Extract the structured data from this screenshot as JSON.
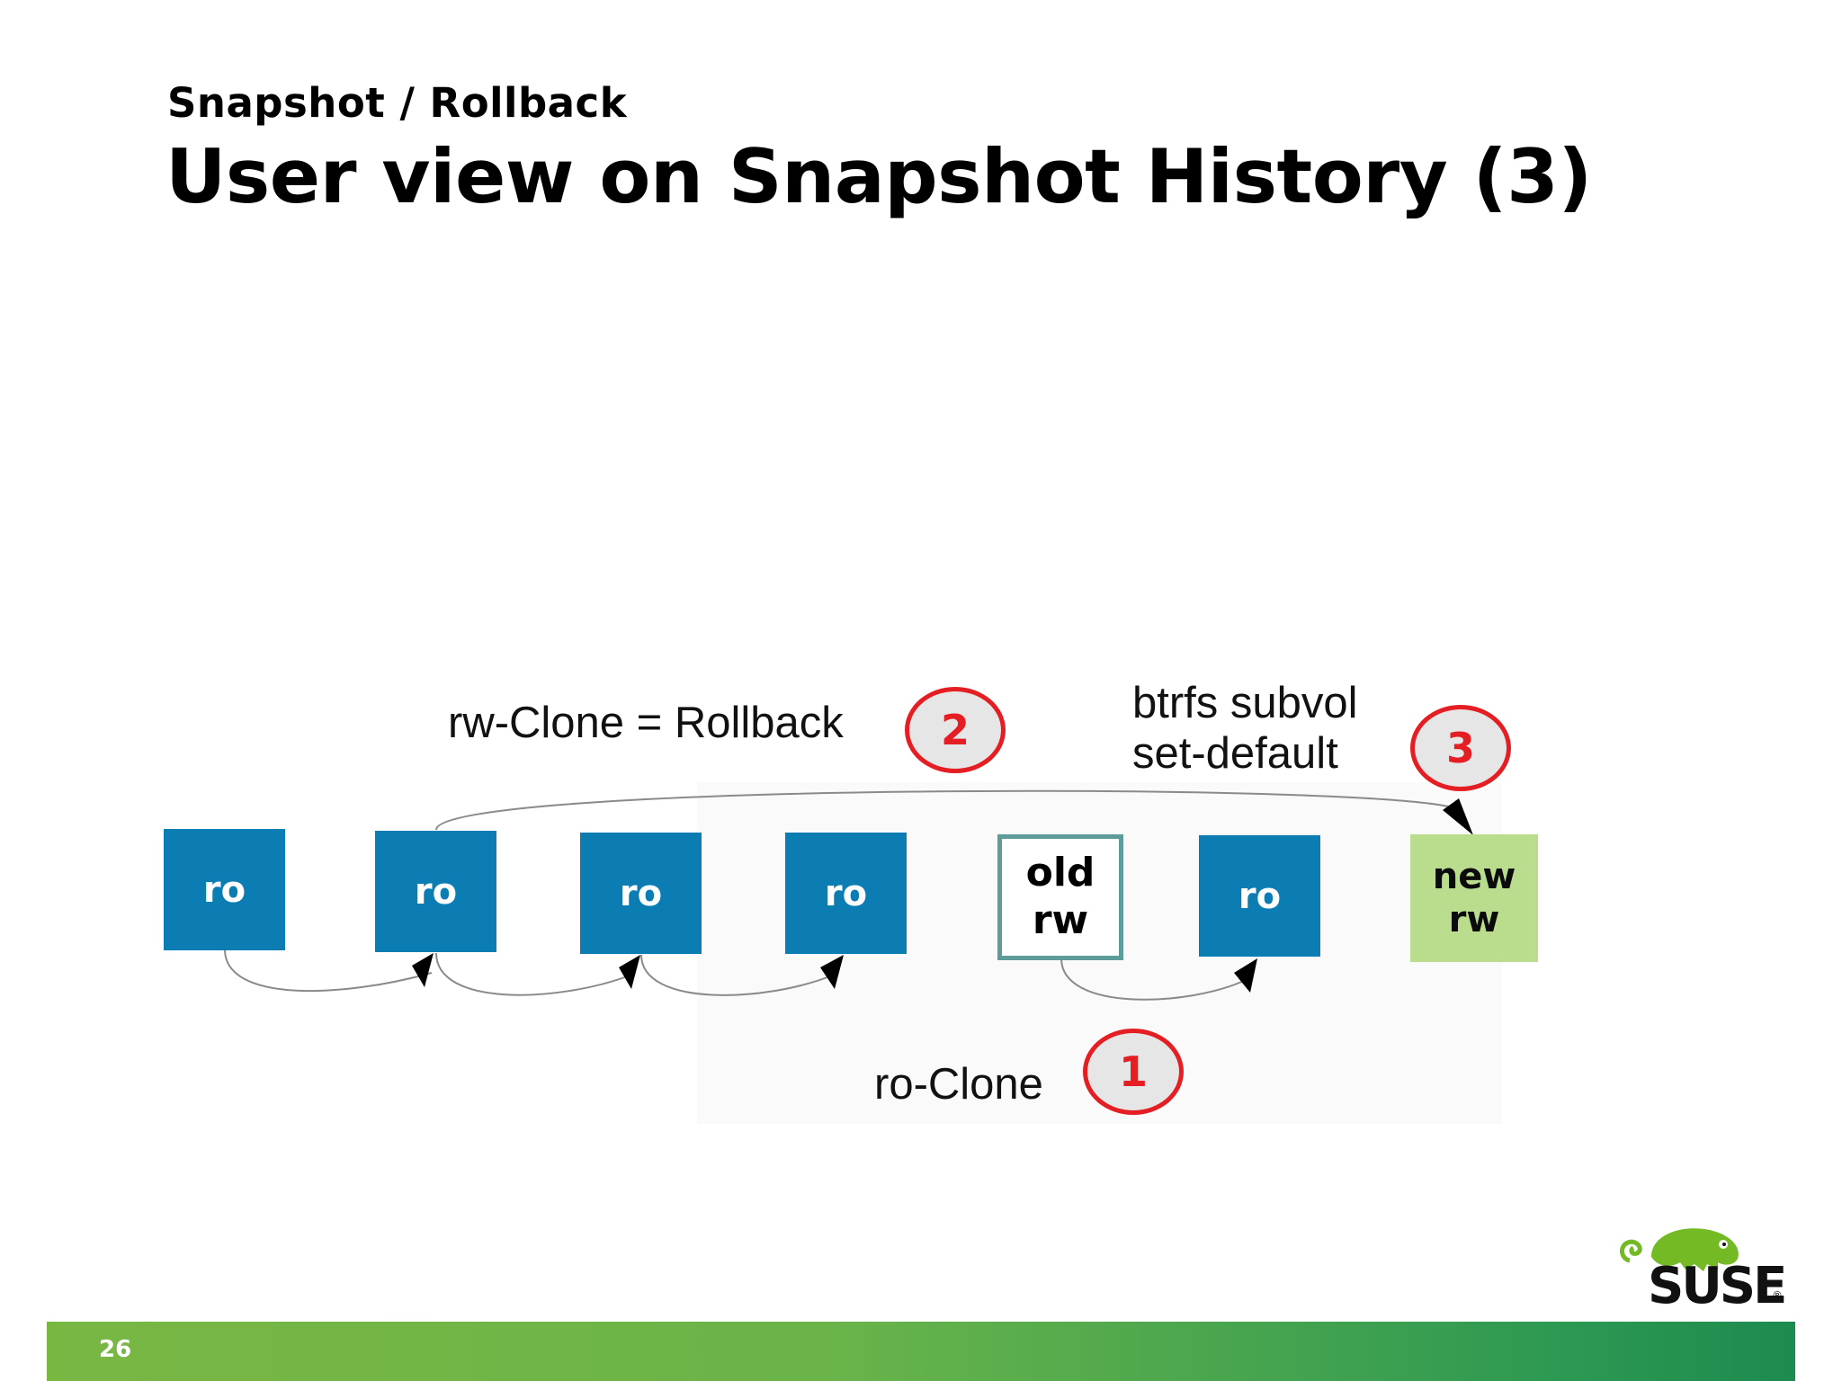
{
  "slide": {
    "subtitle": "Snapshot / Rollback",
    "title": "User view on Snapshot History (3)",
    "page_number": "26"
  },
  "snapshots": [
    {
      "label": "ro"
    },
    {
      "label": "ro"
    },
    {
      "label": "ro"
    },
    {
      "label": "ro"
    },
    {
      "label_line1": "old",
      "label_line2": "rw"
    },
    {
      "label": "ro"
    },
    {
      "label_line1": "new",
      "label_line2": "rw"
    }
  ],
  "annotations": {
    "rw_clone": "rw-Clone = Rollback",
    "set_default_line1": "btrfs subvol",
    "set_default_line2": "set-default",
    "ro_clone": "ro-Clone"
  },
  "steps": [
    {
      "number": "1"
    },
    {
      "number": "2"
    },
    {
      "number": "3"
    }
  ],
  "logo": {
    "text": "SUSE",
    "mark": "®"
  },
  "colors": {
    "ro_box": "#0c7db3",
    "old_rw_border": "#5e9c9a",
    "new_rw_box": "#b9dc8d",
    "step_badge": "#e41e22",
    "footer_start": "#79b743",
    "footer_end": "#1d8b4f"
  }
}
